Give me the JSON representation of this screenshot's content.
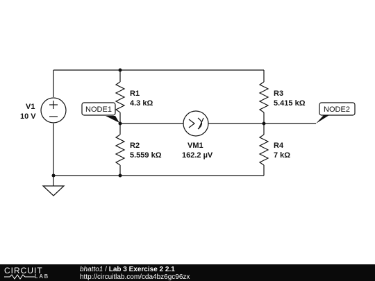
{
  "components": {
    "v1": {
      "name": "V1",
      "value": "10 V"
    },
    "r1": {
      "name": "R1",
      "value": "4.3 kΩ"
    },
    "r2": {
      "name": "R2",
      "value": "5.559 kΩ"
    },
    "r3": {
      "name": "R3",
      "value": "5.415 kΩ"
    },
    "r4": {
      "name": "R4",
      "value": "7 kΩ"
    },
    "vm1": {
      "name": "VM1",
      "value": "162.2 µV"
    }
  },
  "nodes": {
    "node1": "NODE1",
    "node2": "NODE2"
  },
  "footer": {
    "logo_top": "CIRCUIT",
    "logo_bottom": "LAB",
    "user": "bhatto1",
    "separator": " / ",
    "project": "Lab 3 Exercise 2 2.1",
    "url": "http://circuitlab.com/cda4bz6gc96zx"
  }
}
